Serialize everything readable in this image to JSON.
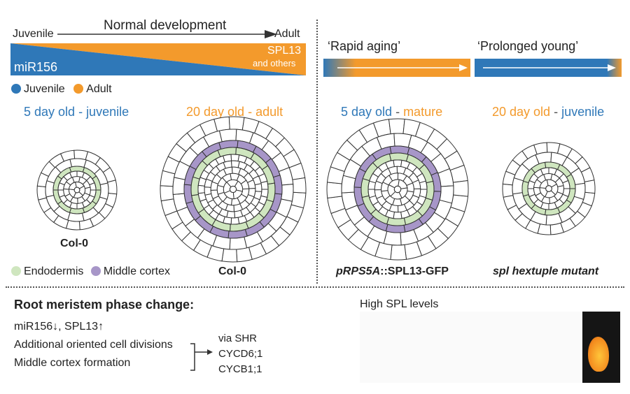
{
  "timeline": {
    "left": "Juvenile",
    "title": "Normal development",
    "right": "Adult",
    "wedge_blue_label": "miR156",
    "wedge_orange_label": "SPL13",
    "wedge_orange_sub": "and others"
  },
  "legend_age": {
    "juvenile": "Juvenile",
    "adult": "Adult",
    "juvenile_color": "#2f78b8",
    "adult_color": "#f39a2c"
  },
  "panels": [
    {
      "title_a": "5 day old",
      "title_sep": " - ",
      "title_b": "juvenile",
      "caption": "Col-0"
    },
    {
      "title_a": "20 day old",
      "title_sep": " - ",
      "title_b": "adult",
      "caption": "Col-0"
    },
    {
      "title_a": "5 day old",
      "title_sep": " - ",
      "title_b": "mature",
      "caption_italic": "pRPS5A",
      "caption_rest": "::SPL13-GFP",
      "header": "‘Rapid aging’"
    },
    {
      "title_a": "20 day old",
      "title_sep": " - ",
      "title_b": "juvenile",
      "caption": "spl hextuple mutant",
      "header": "‘Prolonged young’"
    }
  ],
  "legend_tissue": {
    "endodermis": "Endodermis",
    "middle_cortex": "Middle cortex",
    "endodermis_color": "#cfe6bf",
    "middle_cortex_color": "#a796c8"
  },
  "summary": {
    "title": "Root meristem phase change:",
    "line1": "miR156↓, SPL13↑",
    "line2": "Additional oriented cell divisions",
    "line3": "Middle cortex formation",
    "via1": "via SHR",
    "via2": "CYCD6;1",
    "via3": "CYCB1;1"
  },
  "high_spl": "High SPL levels",
  "colors": {
    "blue": "#2f78b8",
    "orange": "#f39a2c",
    "endodermis": "#cfe6bf",
    "middle_cortex": "#a796c8"
  }
}
